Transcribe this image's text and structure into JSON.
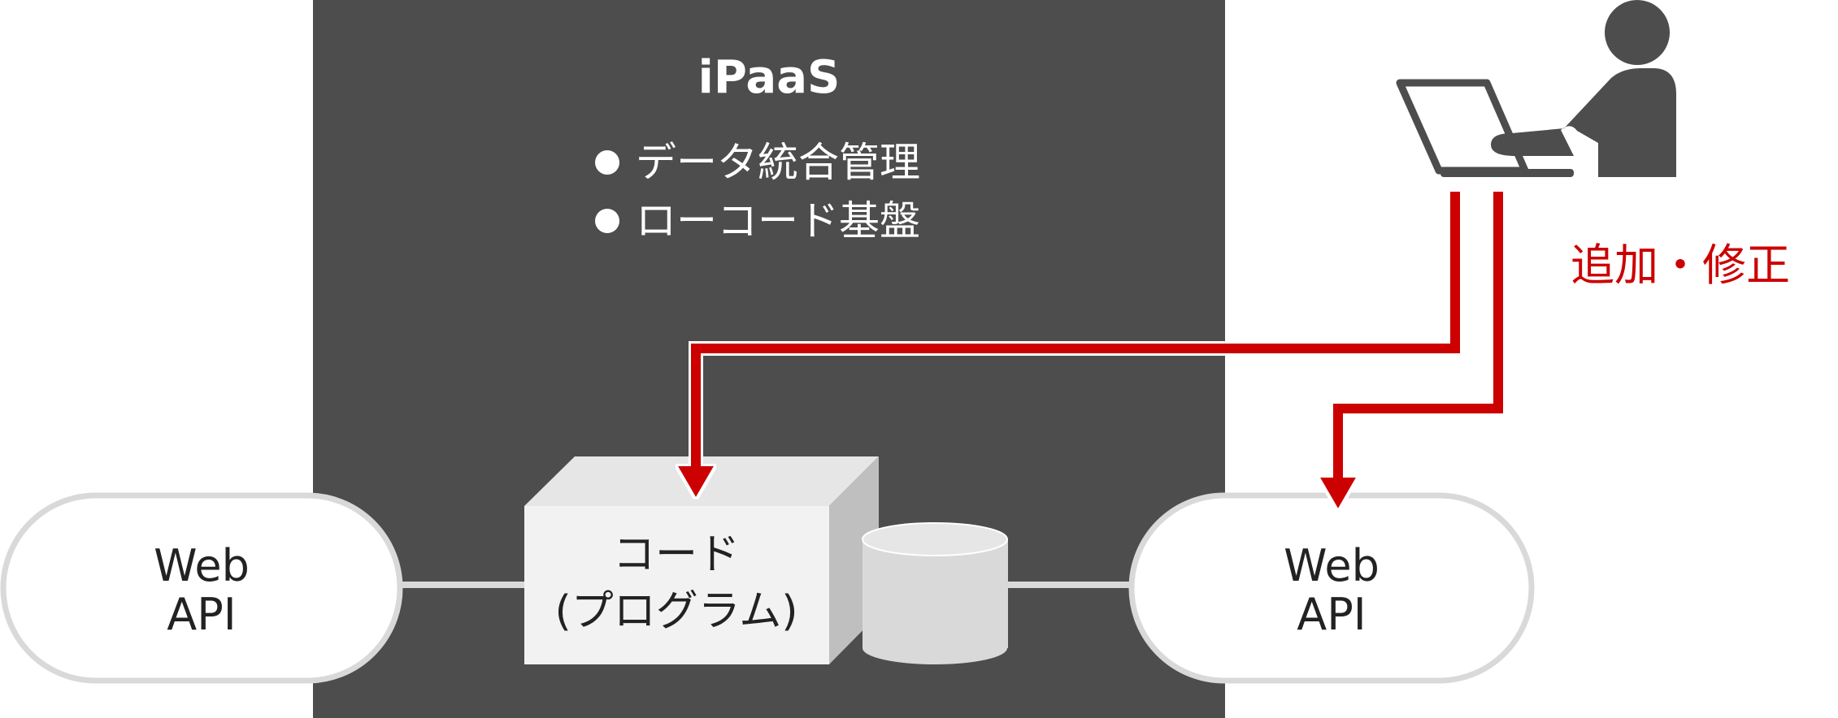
{
  "platform": {
    "title": "iPaaS",
    "features": [
      "データ統合管理",
      "ローコード基盤"
    ]
  },
  "left_api": {
    "line1": "Web",
    "line2": "API"
  },
  "right_api": {
    "line1": "Web",
    "line2": "API"
  },
  "code_box": {
    "line1": "コード",
    "line2": "(プログラム)"
  },
  "user_action": "追加・修正",
  "colors": {
    "platform_bg": "#4d4d4d",
    "accent_red": "#cc0000",
    "icon_gray": "#4d4d4d",
    "api_border": "#d9d9d9",
    "box_front": "#f2f2f2",
    "box_top": "#e6e6e6",
    "box_side": "#bfbfbf",
    "cylinder": "#d9d9d9"
  },
  "icons": {
    "user": "person-at-laptop-icon",
    "bullet": "bullet-dot-icon",
    "storage": "database-cylinder-icon"
  }
}
